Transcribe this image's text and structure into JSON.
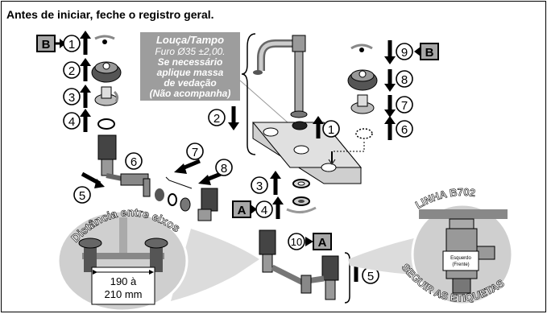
{
  "title": "Antes de iniciar, feche o registro geral.",
  "gray_box": {
    "line1": "Louça/Tampo",
    "line2": "Furo Ø35 ±2,00.",
    "line3": "Se necessário",
    "line4": "aplique massa",
    "line5": "de vedação",
    "line6": "(Não acompanha)"
  },
  "badges": {
    "b": "B",
    "a": "A"
  },
  "steps": {
    "left": [
      "1",
      "2",
      "3",
      "4"
    ],
    "right": [
      "9",
      "8",
      "7",
      "6"
    ],
    "center": [
      "2",
      "1"
    ],
    "mid": [
      "6",
      "7",
      "8",
      "5"
    ],
    "bottom": [
      "3",
      "4",
      "10",
      "5"
    ]
  },
  "inset_left": {
    "caption": "Distância entre eixos",
    "range_line1": "190 à",
    "range_line2": "210 mm"
  },
  "inset_right": {
    "top_caption": "LINHA B702",
    "bottom_caption": "SEGUIR AS ETIQUETAS",
    "tag_line1": "Esquerdo",
    "tag_line2": "(Frente)"
  },
  "colors": {
    "badge_gray": "#a7a7a7",
    "panel_gray": "#9d9d9d",
    "inset_gray": "#cfcfcf",
    "ink": "#000000"
  }
}
